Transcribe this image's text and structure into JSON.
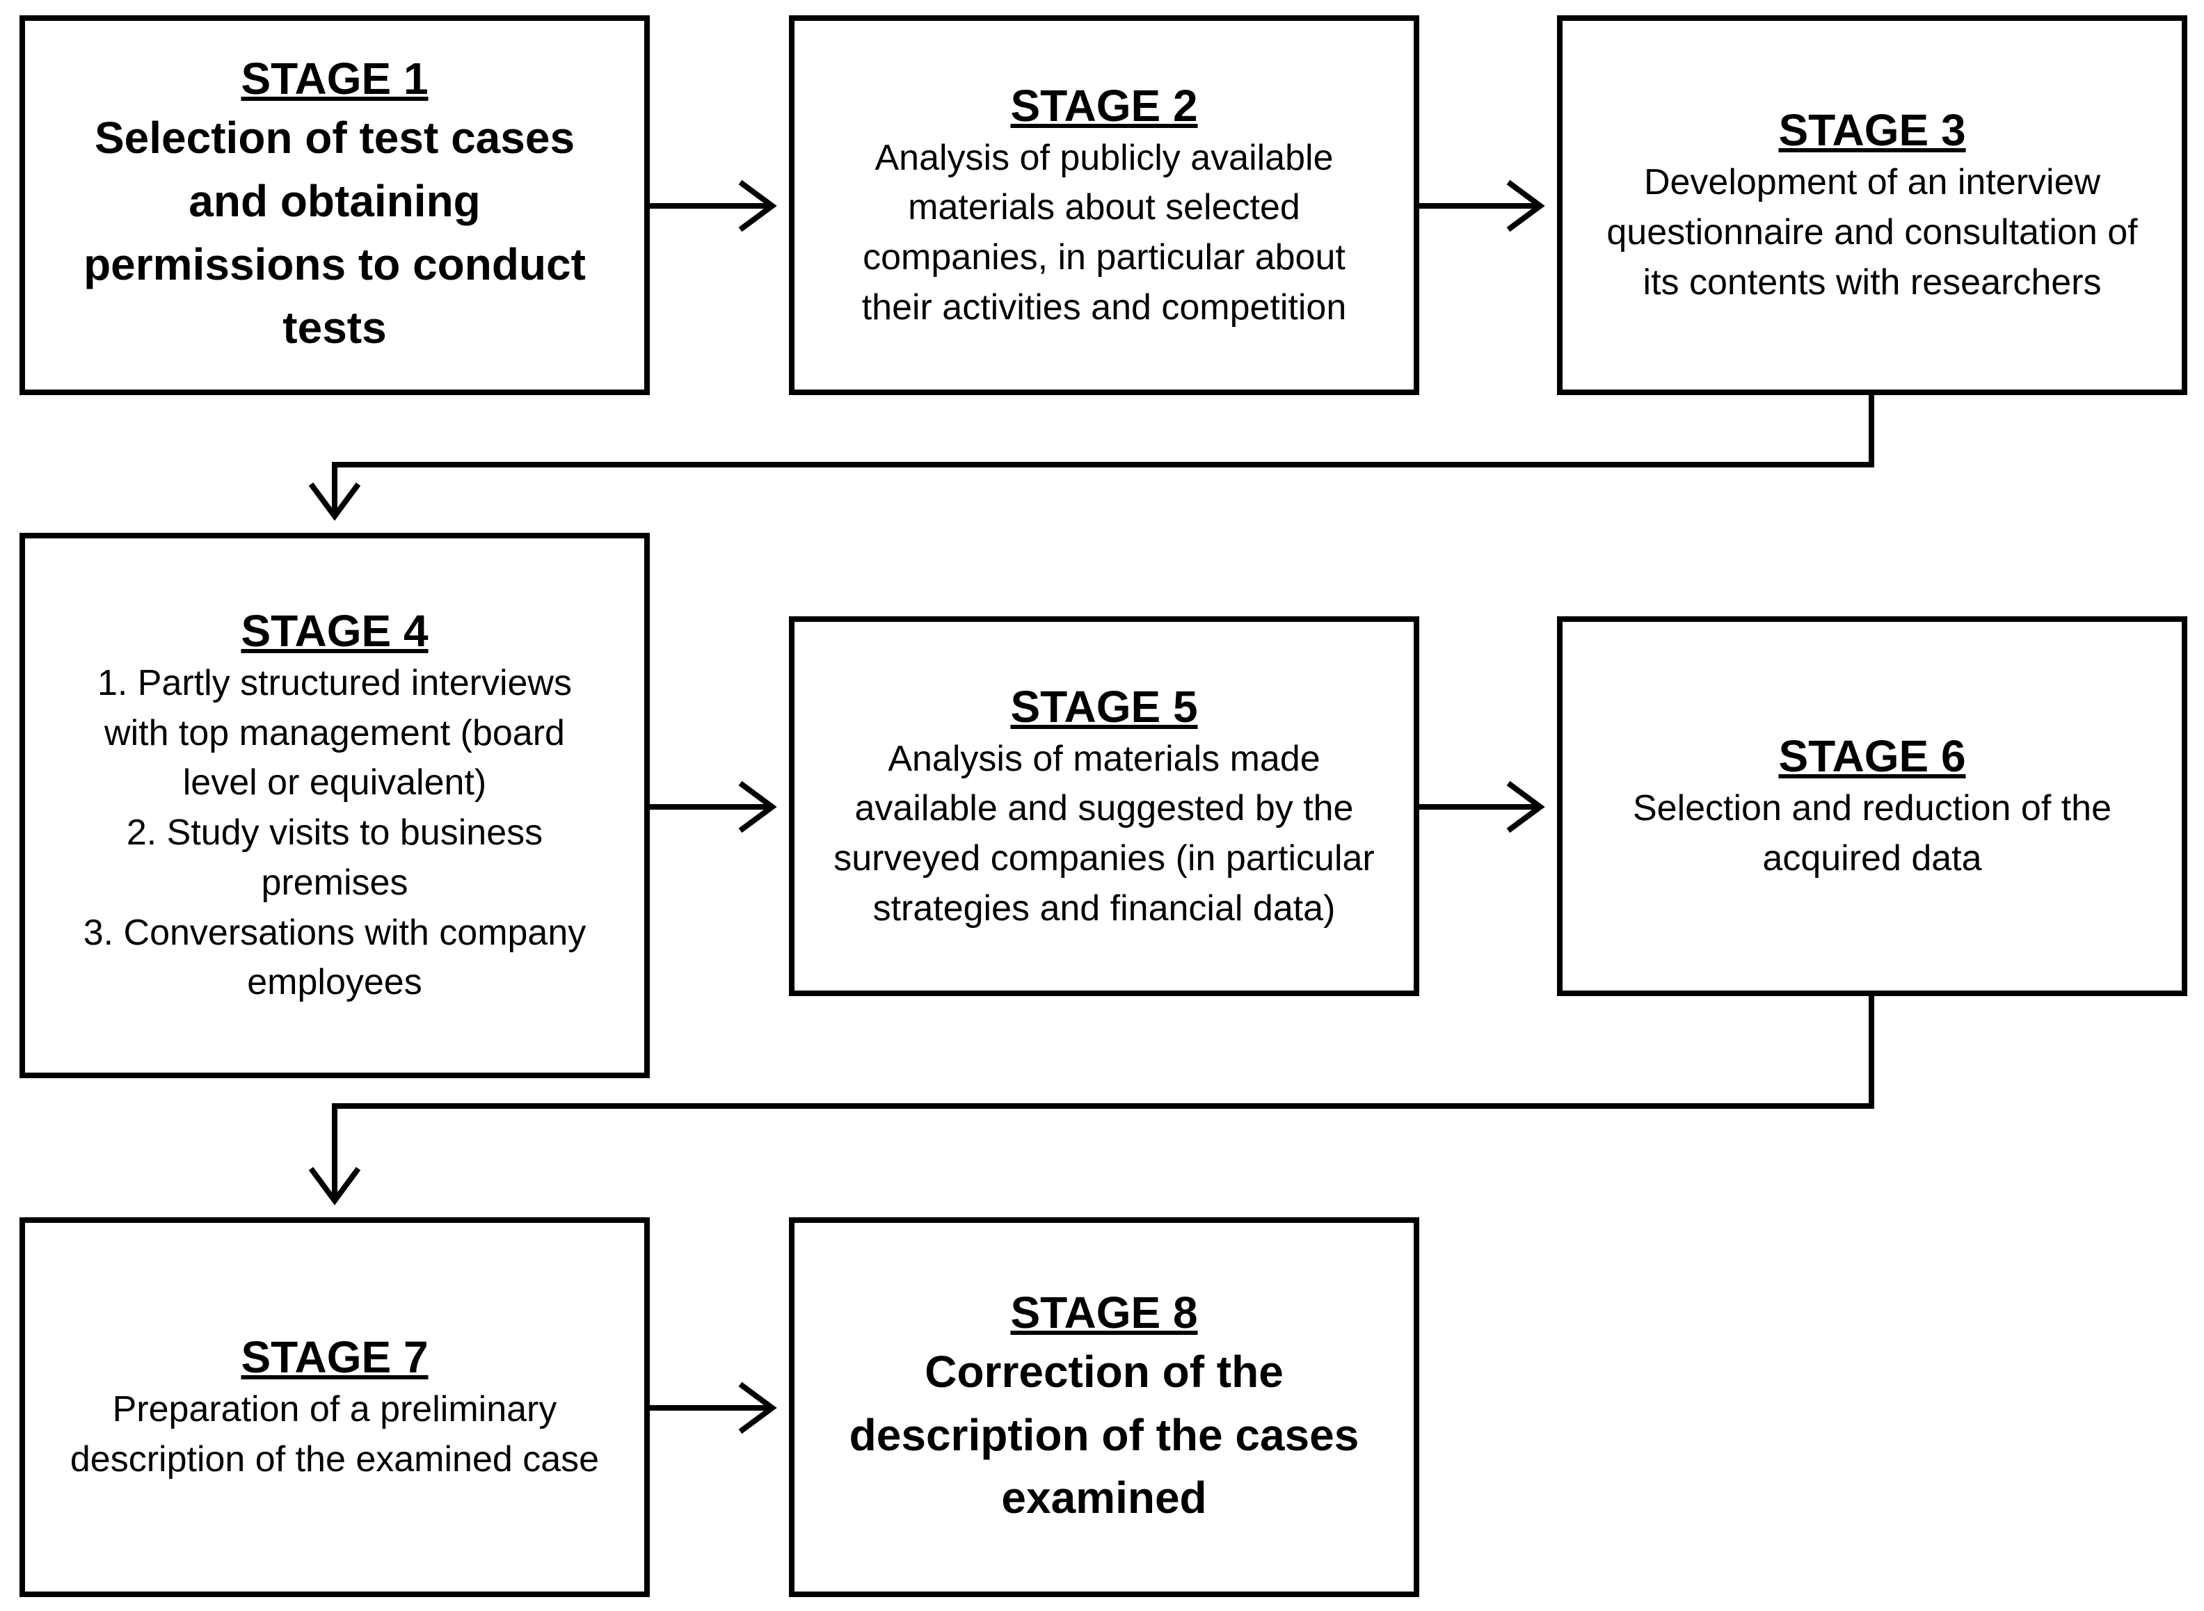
{
  "stages": [
    {
      "id": "stage-1",
      "title": "STAGE 1",
      "bold": true,
      "lines": [
        "Selection of test cases",
        "and obtaining",
        "permissions to conduct",
        "tests"
      ]
    },
    {
      "id": "stage-2",
      "title": "STAGE 2",
      "bold": false,
      "lines": [
        "Analysis of publicly available",
        "materials about selected",
        "companies, in particular about",
        "their activities and competition"
      ]
    },
    {
      "id": "stage-3",
      "title": "STAGE 3",
      "bold": false,
      "lines": [
        "Development of an interview",
        "questionnaire and consultation of",
        "its contents with researchers"
      ]
    },
    {
      "id": "stage-4",
      "title": "STAGE 4",
      "bold": false,
      "lines": [
        "1. Partly structured interviews",
        "with top management (board",
        "level or equivalent)",
        "2. Study visits to business",
        "premises",
        "3. Conversations with company",
        "employees"
      ]
    },
    {
      "id": "stage-5",
      "title": "STAGE 5",
      "bold": false,
      "lines": [
        "Analysis of materials made",
        "available and suggested by the",
        "surveyed companies (in particular",
        "strategies and financial data)"
      ]
    },
    {
      "id": "stage-6",
      "title": "STAGE 6",
      "bold": false,
      "lines": [
        "Selection and reduction of the",
        "acquired data"
      ]
    },
    {
      "id": "stage-7",
      "title": "STAGE 7",
      "bold": false,
      "lines": [
        "Preparation of a preliminary",
        "description of the examined case"
      ]
    },
    {
      "id": "stage-8",
      "title": "STAGE 8",
      "bold": true,
      "lines": [
        "Correction of the",
        "description of the cases",
        "examined"
      ]
    }
  ]
}
